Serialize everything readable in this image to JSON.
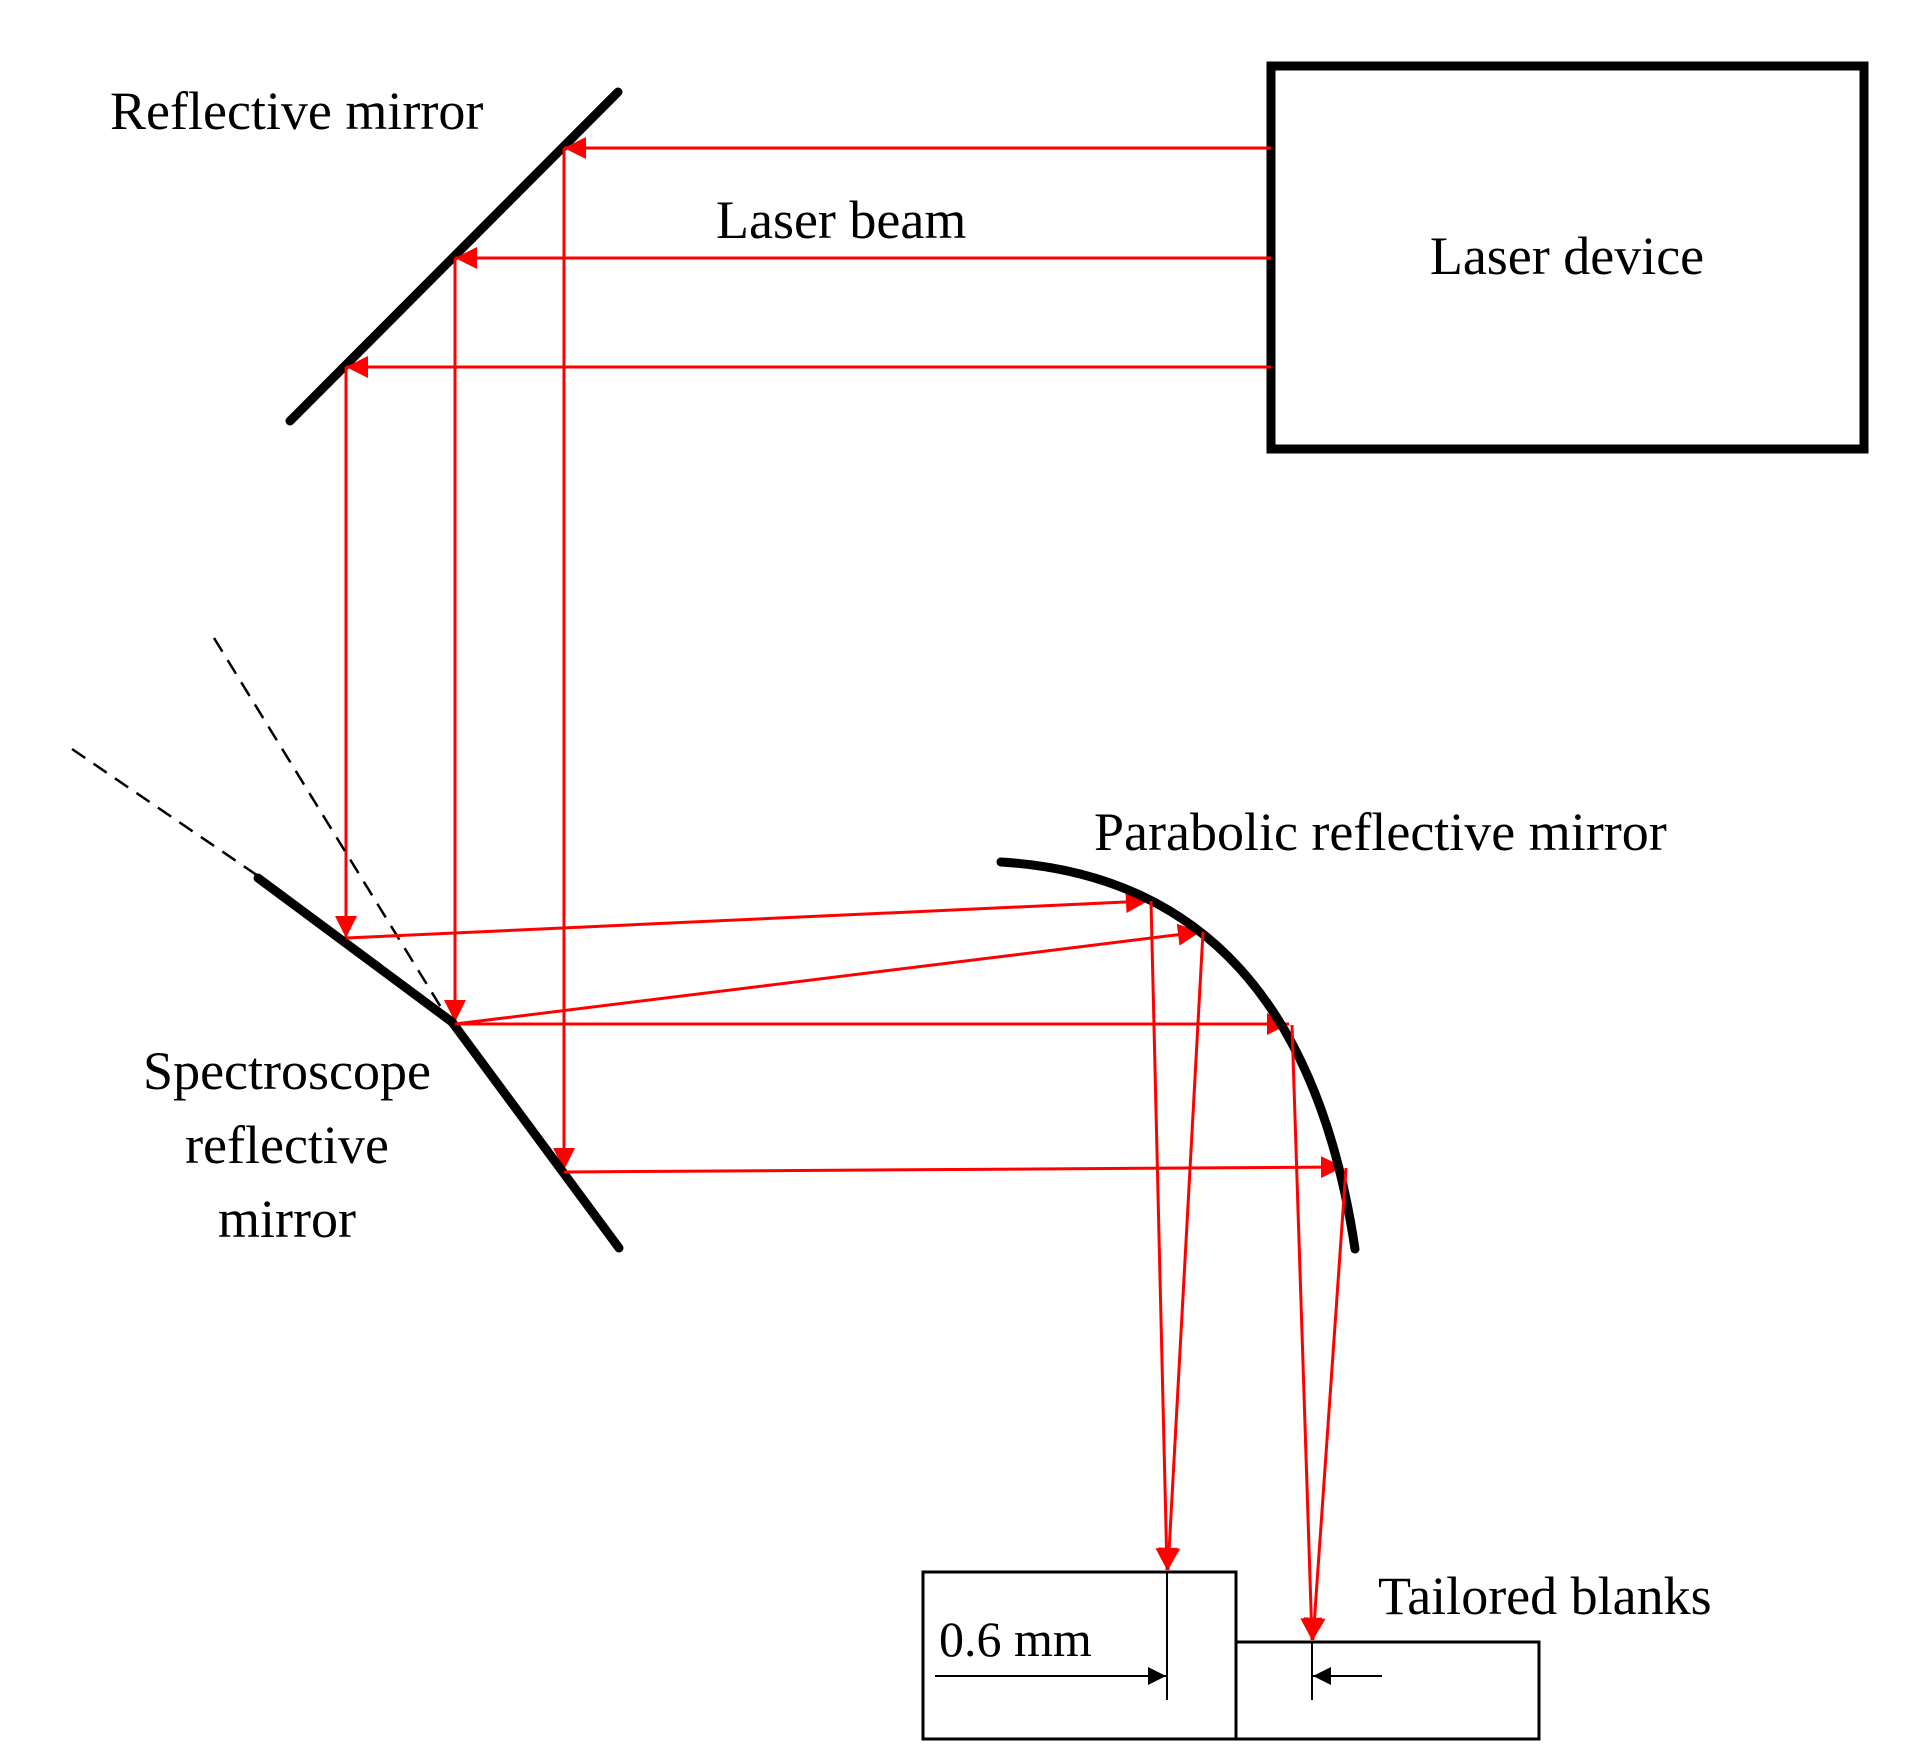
{
  "labels": {
    "reflective_mirror": "Reflective mirror",
    "laser_beam": "Laser beam",
    "laser_device": "Laser device",
    "parabolic_mirror": "Parabolic reflective mirror",
    "spectroscope_line1": "Spectroscope",
    "spectroscope_line2": "reflective",
    "spectroscope_line3": "mirror",
    "tailored_blanks": "Tailored blanks",
    "gap_dimension": "0.6 mm"
  },
  "colors": {
    "beam": "#ff0000",
    "outline": "#000000",
    "background": "#ffffff"
  }
}
